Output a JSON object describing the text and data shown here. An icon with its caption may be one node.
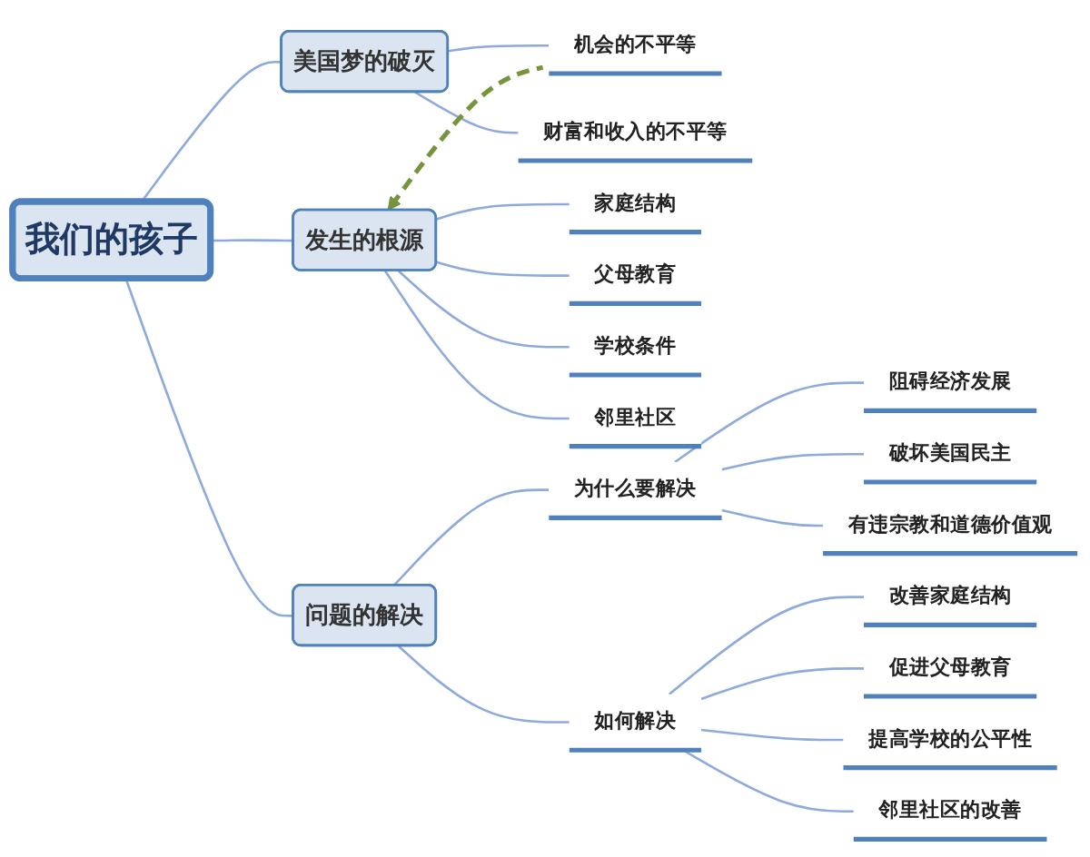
{
  "diagram": {
    "nodes": [
      {
        "text": [
          "我们的孩子"
        ]
      },
      {
        "text": [
          "美国梦的破灭"
        ]
      },
      {
        "text": [
          "机会的不平等"
        ]
      },
      {
        "text": [
          "财富和收入的不平等"
        ]
      },
      {
        "text": [
          "发生的根源"
        ]
      },
      {
        "text": [
          "家庭结构"
        ]
      },
      {
        "text": [
          "父母教育"
        ]
      },
      {
        "text": [
          "学校条件"
        ]
      },
      {
        "text": [
          "邻里社区"
        ]
      },
      {
        "text": [
          "问题的解决"
        ]
      },
      {
        "text": [
          "为什么要解决"
        ]
      },
      {
        "text": [
          "阻碍经济发展"
        ]
      },
      {
        "text": [
          "破坏美国民主"
        ]
      },
      {
        "text": [
          "有违宗教和道德价值观"
        ]
      },
      {
        "text": [
          "如何解决"
        ]
      },
      {
        "text": [
          "改善家庭结构"
        ]
      },
      {
        "text": [
          "促进父母教育"
        ]
      },
      {
        "text": [
          "提高学校的公平性"
        ]
      },
      {
        "text": [
          "邻里社区的改善"
        ]
      }
    ],
    "edges": [
      {
        "from": 0,
        "to": 1,
        "arrow": "none"
      },
      {
        "from": 1,
        "to": 2,
        "arrow": "none"
      },
      {
        "from": 1,
        "to": 3,
        "arrow": "none"
      },
      {
        "from": 0,
        "to": 4,
        "arrow": "none"
      },
      {
        "from": 4,
        "to": 5,
        "arrow": "none"
      },
      {
        "from": 4,
        "to": 6,
        "arrow": "none"
      },
      {
        "from": 4,
        "to": 7,
        "arrow": "none"
      },
      {
        "from": 4,
        "to": 8,
        "arrow": "none"
      },
      {
        "from": 0,
        "to": 9,
        "arrow": "none"
      },
      {
        "from": 9,
        "to": 10,
        "arrow": "none"
      },
      {
        "from": 10,
        "to": 11,
        "arrow": "none"
      },
      {
        "from": 10,
        "to": 12,
        "arrow": "none"
      },
      {
        "from": 10,
        "to": 13,
        "arrow": "none"
      },
      {
        "from": 9,
        "to": 14,
        "arrow": "none"
      },
      {
        "from": 14,
        "to": 15,
        "arrow": "none"
      },
      {
        "from": 14,
        "to": 16,
        "arrow": "none"
      },
      {
        "from": 14,
        "to": 17,
        "arrow": "none"
      },
      {
        "from": 14,
        "to": 18,
        "arrow": "none"
      },
      {
        "from": 2,
        "to": 4,
        "arrow": "to",
        "style": "dashed",
        "color": "#77933c"
      }
    ]
  }
}
